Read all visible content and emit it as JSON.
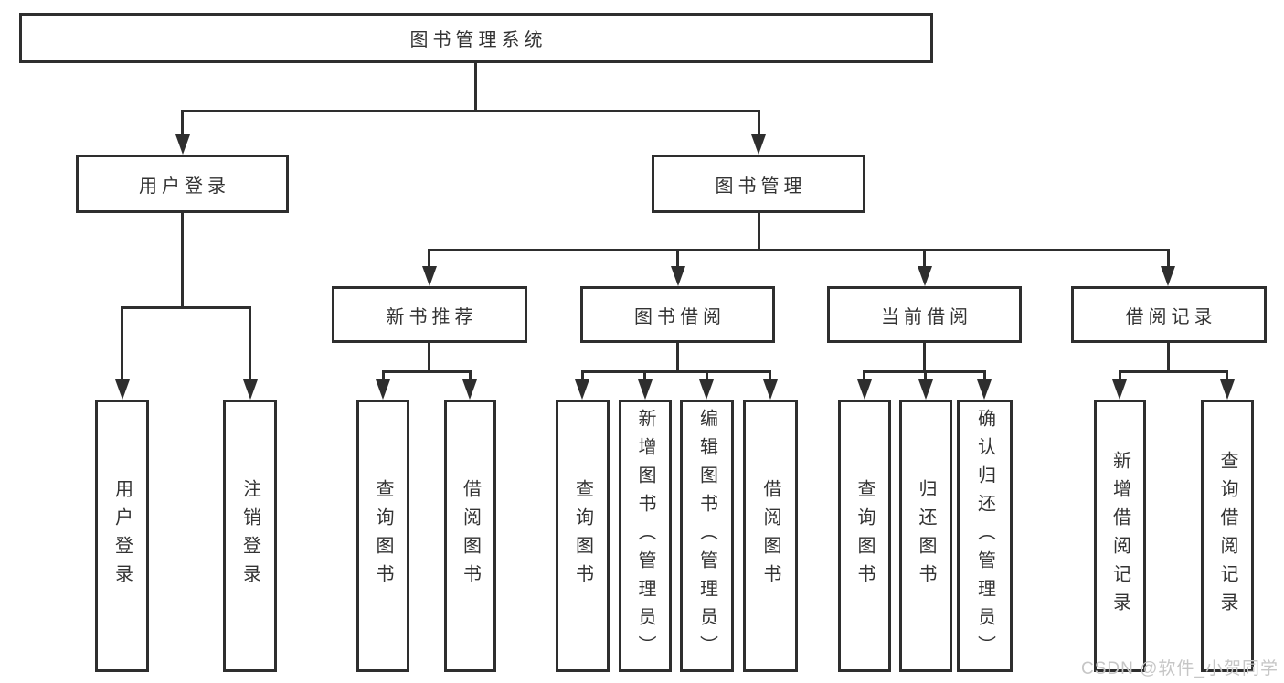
{
  "diagram": {
    "type": "tree",
    "root": {
      "label": "图书管理系统"
    },
    "branches": [
      {
        "label": "用户登录",
        "children": [
          {
            "label": "用户登录"
          },
          {
            "label": "注销登录"
          }
        ]
      },
      {
        "label": "图书管理",
        "children": [
          {
            "label": "新书推荐",
            "children": [
              {
                "label": "查询图书"
              },
              {
                "label": "借阅图书"
              }
            ]
          },
          {
            "label": "图书借阅",
            "children": [
              {
                "label": "查询图书"
              },
              {
                "label": "新增图书（管理员）"
              },
              {
                "label": "编辑图书（管理员）"
              },
              {
                "label": "借阅图书"
              }
            ]
          },
          {
            "label": "当前借阅",
            "children": [
              {
                "label": "查询图书"
              },
              {
                "label": "归还图书"
              },
              {
                "label": "确认归还（管理员）"
              }
            ]
          },
          {
            "label": "借阅记录",
            "children": [
              {
                "label": "新增借阅记录"
              },
              {
                "label": "查询借阅记录"
              }
            ]
          }
        ]
      }
    ]
  },
  "watermark": {
    "text": "CSDN @软件_小贺同学"
  },
  "colors": {
    "line": "#2e2e2e",
    "text": "#333333",
    "box_background": "#ffffff",
    "watermark": "#c6c6c6",
    "background": "#ffffff"
  }
}
